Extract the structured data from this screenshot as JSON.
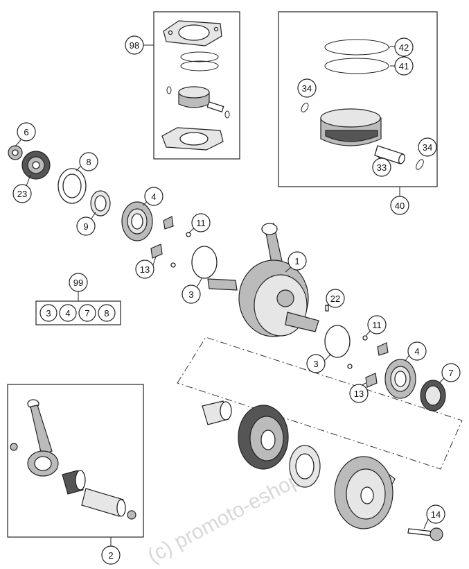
{
  "callouts": [
    {
      "id": "98",
      "label": "98"
    },
    {
      "id": "42",
      "label": "42"
    },
    {
      "id": "41",
      "label": "41"
    },
    {
      "id": "34a",
      "label": "34"
    },
    {
      "id": "34b",
      "label": "34"
    },
    {
      "id": "33",
      "label": "33"
    },
    {
      "id": "40",
      "label": "40"
    },
    {
      "id": "6",
      "label": "6"
    },
    {
      "id": "23",
      "label": "23"
    },
    {
      "id": "8",
      "label": "8"
    },
    {
      "id": "9",
      "label": "9"
    },
    {
      "id": "4a",
      "label": "4"
    },
    {
      "id": "11a",
      "label": "11"
    },
    {
      "id": "13a",
      "label": "13"
    },
    {
      "id": "3a",
      "label": "3"
    },
    {
      "id": "1",
      "label": "1"
    },
    {
      "id": "99",
      "label": "99"
    },
    {
      "id": "22",
      "label": "22"
    },
    {
      "id": "11b",
      "label": "11"
    },
    {
      "id": "4b",
      "label": "4"
    },
    {
      "id": "3b",
      "label": "3"
    },
    {
      "id": "7",
      "label": "7"
    },
    {
      "id": "13b",
      "label": "13"
    },
    {
      "id": "14",
      "label": "14"
    },
    {
      "id": "2",
      "label": "2"
    }
  ],
  "kit_99": {
    "items": [
      "3",
      "4",
      "7",
      "8"
    ]
  },
  "watermark": "(c) promoto-eshop.c"
}
